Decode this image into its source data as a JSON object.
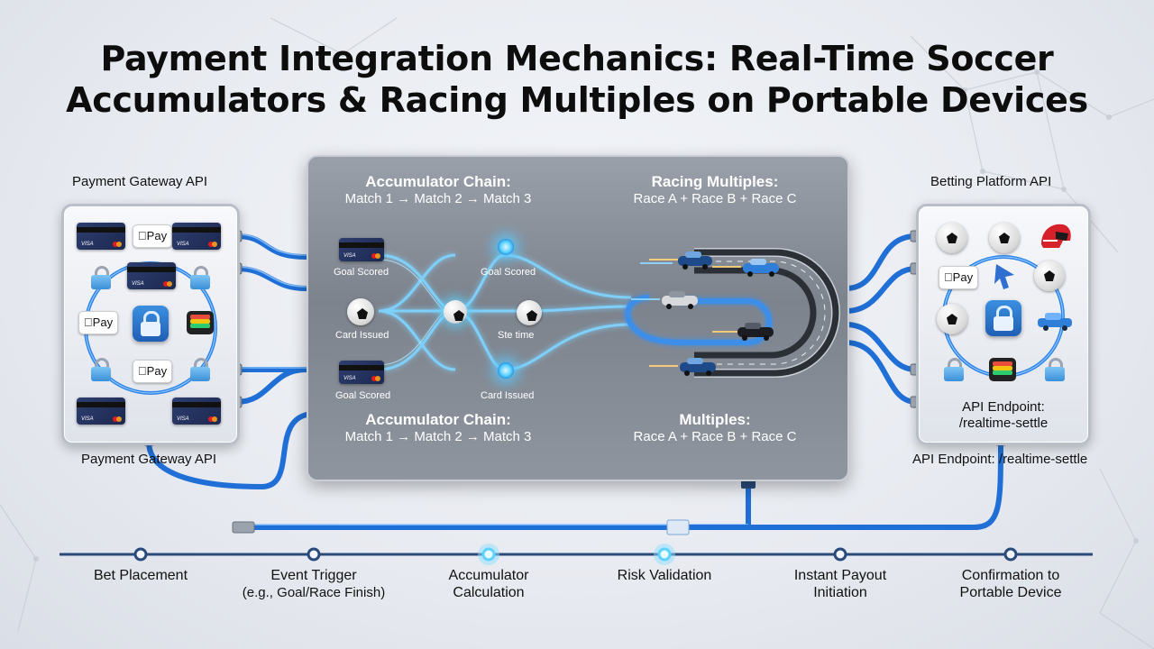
{
  "title": {
    "line1": "Payment Integration Mechanics: Real-Time Soccer",
    "line2": "Accumulators & Racing Multiples on Portable Devices"
  },
  "left_panel": {
    "top_label": "Payment Gateway API",
    "bottom_label": "Payment Gateway API",
    "pay_label": "Pay",
    "card_brand": "VISA"
  },
  "right_panel": {
    "top_label": "Betting Platform API",
    "endpoint_label": "API Endpoint:",
    "endpoint_path": "/realtime-settle",
    "bottom_label": "API Endpoint: /realtime-settle",
    "pay_label": "Pay"
  },
  "center": {
    "acc_top_title": "Accumulator Chain:",
    "acc_top_sub": "Match 1 → Match 2 → Match 3",
    "race_top_title": "Racing Multiples:",
    "race_top_sub": "Race A + Race B + Race C",
    "acc_bottom_title": "Accumulator Chain:",
    "acc_bottom_sub": "Match 1 → Match 2 → Match 3",
    "race_bottom_title": "Multiples:",
    "race_bottom_sub": "Race A + Race B + Race C",
    "nodes": {
      "goal_scored_1": "Goal Scored",
      "goal_scored_2": "Goal Scored",
      "card_issued_1": "Card Issued",
      "goal_scored_3": "Goal Scored",
      "card_issued_2": "Card Issued",
      "site_time": "Ste time"
    }
  },
  "timeline": {
    "steps": [
      {
        "line1": "Bet Placement",
        "line2": ""
      },
      {
        "line1": "Event Trigger",
        "line2": "(e.g., Goal/Race Finish)"
      },
      {
        "line1": "Accumulator",
        "line2": "Calculation"
      },
      {
        "line1": "Risk Validation",
        "line2": ""
      },
      {
        "line1": "Instant Payout",
        "line2": "Initiation"
      },
      {
        "line1": "Confirmation to",
        "line2": "Portable Device"
      }
    ]
  },
  "colors": {
    "accent": "#1f6fd6",
    "glow": "#5fd2ff",
    "timeline": "#2a4a7a"
  }
}
